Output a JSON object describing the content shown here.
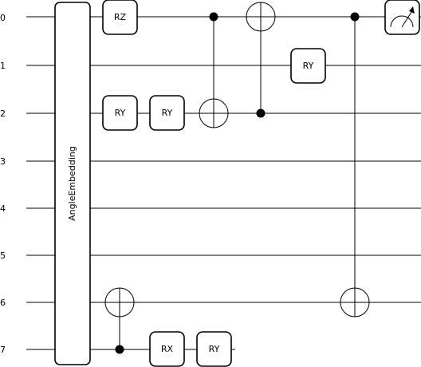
{
  "wires": [
    "0",
    "1",
    "2",
    "3",
    "4",
    "5",
    "6",
    "7"
  ],
  "embedding": {
    "label": "AngleEmbedding"
  },
  "gates": [
    {
      "wire": 0,
      "label": "RZ"
    },
    {
      "wire": 2,
      "label": "RY"
    },
    {
      "wire": 2,
      "label": "RY"
    },
    {
      "wire": 1,
      "label": "RY"
    },
    {
      "wire": 7,
      "label": "RX"
    },
    {
      "wire": 7,
      "label": "RY"
    }
  ],
  "cnots": [
    {
      "control": 7,
      "target": 6
    },
    {
      "control": 0,
      "target": 2
    },
    {
      "control": 2,
      "target": 0
    },
    {
      "control": 0,
      "target": 6
    }
  ],
  "measurement": {
    "wire": 0,
    "icon": "meter-icon"
  }
}
